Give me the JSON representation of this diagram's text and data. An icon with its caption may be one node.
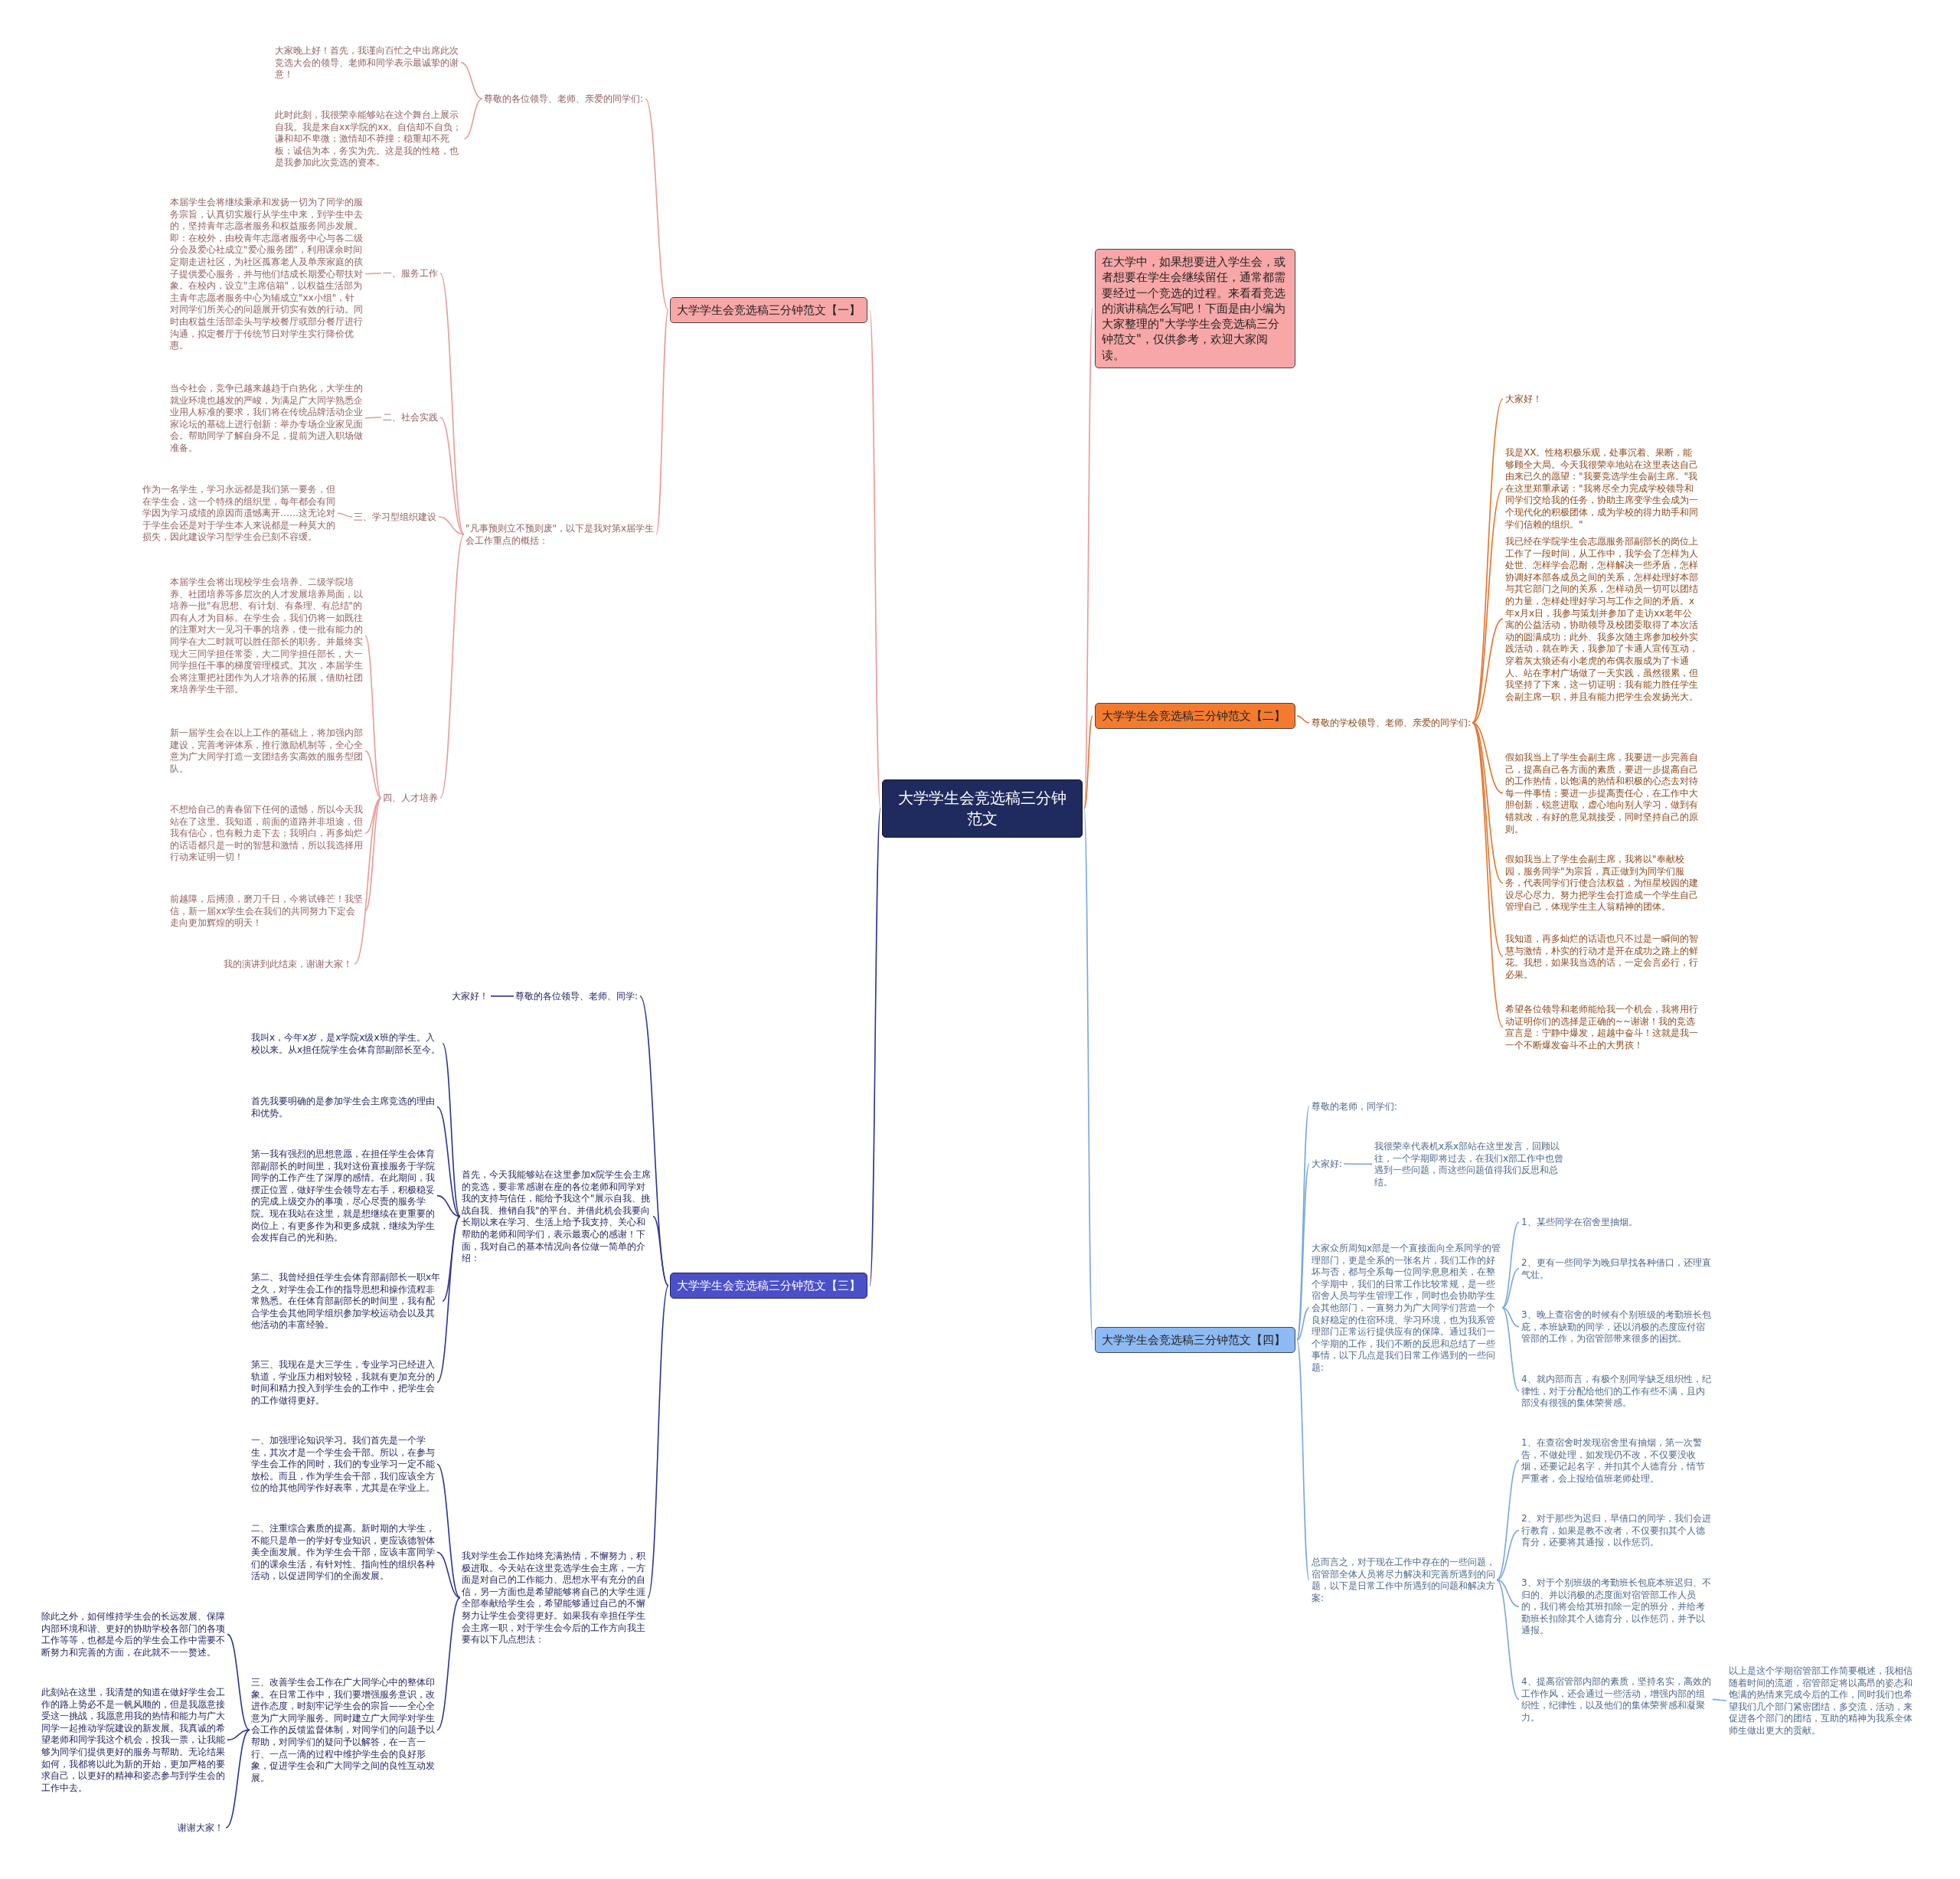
{
  "diagram": {
    "nodes": [
      {
        "text": [
          "大学学生会竞选稿三分钟范文"
        ]
      },
      {
        "text": [
          "在大学中，如果想要进入学生会，或者想要在学生会继续留任，通常都需要经过一个竞选的过程。来看看竞选的演讲稿怎么写吧！下面是由小编为大家整理的\"大学学生会竞选稿三分钟范文\"，仅供参考，欢迎大家阅读。"
        ]
      },
      {
        "text": [
          "大学学生会竞选稿三分钟范文【一】"
        ]
      },
      {
        "text": [
          "尊敬的各位领导、老师、亲爱的同学们:"
        ]
      },
      {
        "text": [
          "大家晚上好！首先，我谨向百忙之中出席此次竞选大会的领导、老师和同学表示最诚挚的谢意！"
        ]
      },
      {
        "text": [
          "此时此刻，我很荣幸能够站在这个舞台上展示自我。我是来自xx学院的xx。自信却不自负；谦和却不卑微；激情却不莽撞；稳重却不死板；诚信为本，务实为先。这是我的性格，也是我参加此次竞选的资本。"
        ]
      },
      {
        "text": [
          "\"凡事预则立不预则废\"，以下是我对第x届学生会工作重点的概括："
        ]
      },
      {
        "text": [
          "一、服务工作"
        ]
      },
      {
        "text": [
          "本届学生会将继续秉承和发扬一切为了同学的服务宗旨，认真切实履行从学生中来，到学生中去的，坚持青年志愿者服务和权益服务同步发展。即：在校外，由校青年志愿者服务中心与各二级分会及爱心社成立\"爱心服务团\"，利用课余时间定期走进社区，为社区孤寡老人及单亲家庭的孩子提供爱心服务，并与他们结成长期爱心帮扶对象。在校内，设立\"主席信箱\"，以权益生活部为主青年志愿者服务中心为辅成立\"xx小组\"，针对同学们所关心的问题展开切实有效的行动。同时由权益生活部牵头与学校餐厅或部分餐厅进行沟通，拟定餐厅于传统节日对学生实行降价优惠。"
        ]
      },
      {
        "text": [
          "二、社会实践"
        ]
      },
      {
        "text": [
          "当今社会，竞争已越来越趋于白热化，大学生的就业环境也越发的严峻，为满足广大同学熟悉企业用人标准的要求，我们将在传统品牌活动企业家论坛的基础上进行创新：举办专场企业家见面会。帮助同学了解自身不足，提前为进入职场做准备。"
        ]
      },
      {
        "text": [
          "三、学习型组织建设"
        ]
      },
      {
        "text": [
          "作为一名学生，学习永远都是我们第一要务，但在学生会，这一个特殊的组织里，每年都会有同学因为学习成绩的原因而遗憾离开……这无论对于学生会还是对于学生本人来说都是一种莫大的损失，因此建设学习型学生会已刻不容缓。"
        ]
      },
      {
        "text": [
          "四、人才培养"
        ]
      },
      {
        "text": [
          "本届学生会将出现校学生会培养、二级学院培养、社团培养等多层次的人才发展培养局面，以培养一批\"有思想、有计划、有条理、有总结\"的四有人才为目标。在学生会，我们仍将一如既往的注重对大一见习干事的培养，使一批有能力的同学在大二时就可以胜任部长的职务。并最终实现大三同学担任常委，大二同学担任部长，大一同学担任干事的梯度管理模式。其次，本届学生会将注重把社团作为人才培养的拓展，借助社团来培养学生干部。"
        ]
      },
      {
        "text": [
          "新一届学生会在以上工作的基础上，将加强内部建设，完善考评体系，推行激励机制等，全心全意为广大同学打造一支团结务实高效的服务型团队。"
        ]
      },
      {
        "text": [
          "不想给自己的青春留下任何的遗憾，所以今天我站在了这里。我知道，前面的道路并非坦途，但我有信心，也有毅力走下去；我明白，再多灿烂的话语都只是一时的智慧和激情，所以我选择用行动来证明一切！"
        ]
      },
      {
        "text": [
          "前越障，后搏浪，磨刀千日，今将试锋芒！我坚信，新一届xx学生会在我们的共同努力下定会走向更加辉煌的明天！"
        ]
      },
      {
        "text": [
          "我的演讲到此结束，谢谢大家！"
        ]
      },
      {
        "text": [
          "大学学生会竞选稿三分钟范文【二】"
        ]
      },
      {
        "text": [
          "尊敬的学校领导、老师、亲爱的同学们:"
        ]
      },
      {
        "text": [
          "大家好！"
        ]
      },
      {
        "text": [
          "我是XX。性格积极乐观，处事沉着、果断，能够顾全大局。今天我很荣幸地站在这里表达自己由来已久的愿望：\"我要竞选学生会副主席。\"我在这里郑重承诺：\"我将尽全力完成学校领导和同学们交给我的任务，协助主席变学生会成为一个现代化的积极团体，成为学校的得力助手和同学们信赖的组织。\""
        ]
      },
      {
        "text": [
          "我已经在学院学生会志愿服务部副部长的岗位上工作了一段时间，从工作中，我学会了怎样为人处世、怎样学会忍耐，怎样解决一些矛盾，怎样协调好本部各成员之间的关系，怎样处理好本部与其它部门之间的关系，怎样动员一切可以团结的力量，怎样处理好学习与工作之间的矛盾。x年x月x日，我参与策划并参加了走访xx老年公寓的公益活动，协助领导及校团委取得了本次活动的圆满成功；此外、我多次随主席参加校外实践活动，就在昨天，我参加了卡通人宣传互动，穿着灰太狼还有小老虎的布偶衣服成为了卡通人、站在李村广场做了一天实践，虽然很累，但我坚持了下来，这一切证明：我有能力胜任学生会副主席一职，并且有能力把学生会发扬光大。"
        ]
      },
      {
        "text": [
          "假如我当上了学生会副主席，我要进一步完善自己，提高自己各方面的素质，要进一步提高自己的工作热情，以饱满的热情和积极的心态去对待每一件事情；要进一步提高责任心，在工作中大胆创新，锐意进取，虚心地向别人学习，做到有错就改，有好的意见就接受，同时坚持自己的原则。"
        ]
      },
      {
        "text": [
          "假如我当上了学生会副主席，我将以\"奉献校园，服务同学\"为宗旨，真正做到为同学们服务，代表同学们行使合法权益，为恒星校园的建设尽心尽力。努力把学生会打造成一个学生自己管理自己，体现学生主人翁精神的团体。"
        ]
      },
      {
        "text": [
          "我知道，再多灿烂的话语也只不过是一瞬间的智慧与激情，朴实的行动才是开在成功之路上的鲜花。我想，如果我当选的话，一定会言必行，行必果。"
        ]
      },
      {
        "text": [
          "希望各位领导和老师能给我一个机会，我将用行动证明你们的选择是正确的~~谢谢！我的竞选宣言是：宁静中爆发，超越中奋斗！这就是我一一个不断爆发奋斗不止的大男孩！"
        ]
      },
      {
        "text": [
          "大学学生会竞选稿三分钟范文【三】"
        ]
      },
      {
        "text": [
          "尊敬的各位领导、老师、同学:"
        ]
      },
      {
        "text": [
          "大家好！"
        ]
      },
      {
        "text": [
          "首先，今天我能够站在这里参加x院学生会主席的竞选，要非常感谢在座的各位老师和同学对我的支持与信任，能给予我这个\"展示自我、挑战自我、推销自我\"的平台。并借此机会我要向长期以来在学习、生活上给予我支持、关心和帮助的老师和同学们，表示最衷心的感谢！下面，我对自己的基本情况向各位做一简单的介绍："
        ]
      },
      {
        "text": [
          "我叫x，今年x岁，是x学院x级x班的学生。入校以来。从x担任院学生会体育部副部长至今。"
        ]
      },
      {
        "text": [
          "首先我要明确的是参加学生会主席竞选的理由和优势。"
        ]
      },
      {
        "text": [
          "第一我有强烈的思想意愿，在担任学生会体育部副部长的时间里，我对这份直接服务于学院同学的工作产生了深厚的感情。在此期间，我摆正位置，做好学生会领导左右手，积极稳妥的完成上级交办的事项，尽心尽责的服务学院。现在我站在这里，就是想继续在更重要的岗位上，有更多作为和更多成就，继续为学生会发挥自己的光和热。"
        ]
      },
      {
        "text": [
          "第二、我曾经担任学生会体育部副部长一职x年之久，对学生会工作的指导思想和操作流程非常熟悉。在任体育部副部长的时间里，我有配合学生会其他同学组织参加学校运动会以及其他活动的丰富经验。"
        ]
      },
      {
        "text": [
          "第三、我现在是大三学生，专业学习已经进入轨道，学业压力相对较轻，我就有更加充分的时间和精力投入到学生会的工作中，把学生会的工作做得更好。"
        ]
      },
      {
        "text": [
          "我对学生会工作始终充满热情，不懈努力，积极进取。今天站在这里竞选学生会主席，一方面是对自己的工作能力、思想水平有充分的自信，另一方面也是希望能够将自己的大学生涯全部奉献给学生会，希望能够通过自己的不懈努力让学生会变得更好。如果我有幸担任学生会主席一职，对于学生会今后的工作方向我主要有以下几点想法："
        ]
      },
      {
        "text": [
          "一、加强理论知识学习。我们首先是一个学生，其次才是一个学生会干部。所以，在参与学生会工作的同时，我们的专业学习一定不能放松。而且，作为学生会干部，我们应该全方位的给其他同学作好表率，尤其是在学业上。"
        ]
      },
      {
        "text": [
          "二、注重综合素质的提高。新时期的大学生，不能只是单一的学好专业知识，更应该德智体美全面发展。作为学生会干部，应该丰富同学们的课余生活，有针对性、指向性的组织各种活动，以促进同学们的全面发展。"
        ]
      },
      {
        "text": [
          "三、改善学生会工作在广大同学心中的整体印象。在日常工作中，我们要增强服务意识，改进作态度，时刻牢记学生会的宗旨——全心全意为广大同学服务。同时建立广大同学对学生会工作的反馈监督体制，对同学们的问题予以帮助，对同学们的疑问予以解答，在一言一行、一点一滴的过程中维护学生会的良好形象，促进学生会和广大同学之间的良性互动发展。"
        ]
      },
      {
        "text": [
          "除此之外，如何维持学生会的长远发展、保障内部环境和谐、更好的协助学校各部门的各项工作等等，也都是今后的学生会工作中需要不断努力和完善的方面，在此就不一一赘述。"
        ]
      },
      {
        "text": [
          "此刻站在这里，我清楚的知道在做好学生会工作的路上势必不是一帆风顺的，但是我愿意接受这一挑战，我愿意用我的热情和能力与广大同学一起推动学院建设的新发展。我真诚的希望老师和同学我这个机会，投我一票，让我能够为同学们提供更好的服务与帮助。无论结果如何，我都将以此为新的开始，更加严格的要求自己，以更好的精神和姿态参与到学生会的工作中去。"
        ]
      },
      {
        "text": [
          "谢谢大家！"
        ]
      },
      {
        "text": [
          "大学学生会竞选稿三分钟范文【四】"
        ]
      },
      {
        "text": [
          "尊敬的老师，同学们:"
        ]
      },
      {
        "text": [
          "大家好:"
        ]
      },
      {
        "text": [
          "我很荣幸代表机x系x部站在这里发言，回顾以往，一个学期即将过去，在我们x部工作中也曾遇到一些问题，而这些问题值得我们反思和总结。"
        ]
      },
      {
        "text": [
          "大家众所周知x部是一个直接面向全系同学的管理部门，更是全系的一张名片，我们工作的好坏与否，都与全系每一位同学息息相关，在整个学期中，我们的日常工作比较常规，是一些宿舍人员与学生管理工作，同时也会协助学生会其他部门，一直努力为广大同学们营造一个良好稳定的住宿环境、学习环境，也为我系管理部门正常运行提供应有的保障。通过我们一个学期的工作，我们不断的反思和总结了一些事情，以下几点是我们日常工作遇到的一些问题:"
        ]
      },
      {
        "text": [
          "1、某些同学在宿舍里抽烟。"
        ]
      },
      {
        "text": [
          "2、更有一些同学为晚归早找各种借口，还理直气壮。"
        ]
      },
      {
        "text": [
          "3、晚上查宿舍的时候有个别班级的考勤班长包庇，本班缺勤的同学，还以消极的态度应付宿管部的工作，为宿管部带来很多的困扰。"
        ]
      },
      {
        "text": [
          "4、就内部而言，有极个别同学缺乏组织性，纪律性，对于分配给他们的工作有些不满，且内部没有很强的集体荣誉感。"
        ]
      },
      {
        "text": [
          "总而言之，对于现在工作中存在的一些问题，宿管部全体人员将尽力解决和完善所遇到的问题，以下是日常工作中所遇到的问题和解决方案:"
        ]
      },
      {
        "text": [
          "1、在查宿舍时发现宿舍里有抽烟，第一次警告，不做处理，如发现仍不改，不仅要没收烟，还要记起名字，并扣其个人德育分，情节严重者，会上报给值班老师处理。"
        ]
      },
      {
        "text": [
          "2、对于那些为迟归，早借口的同学，我们会进行教育，如果是教不改者，不仅要扣其个人德育分，还要将其通报，以作惩罚。"
        ]
      },
      {
        "text": [
          "3、对于个别班级的考勤班长包庇本班迟归、不归的、并以消极的态度面对宿管部工作人员的，我们将会给其班扣除一定的班分，并给考勤班长扣除其个人德育分，以作惩罚，并予以通报。"
        ]
      },
      {
        "text": [
          "4、提高宿管部内部的素质，坚持名实，高效的工作作风，还会通过一些活动，增强内部的组织性，纪律性，以及他们的集体荣誉感和凝聚力。"
        ]
      },
      {
        "text": [
          "以上是这个学期宿管部工作简要概述，我相信随着时间的流逝，宿管部定将以高昂的姿态和饱满的热情来完成今后的工作，同时我们也希望我们几个部门紧密团结，多交流，活动，来促进各个部门的团结，互助的精神为我系全体师生做出更大的贡献。"
        ]
      }
    ],
    "edges": [
      {
        "from": 0,
        "to": 1,
        "arrow": "none",
        "color": "#e89a9a"
      },
      {
        "from": 0,
        "to": 2,
        "arrow": "none",
        "color": "#e89a9a"
      },
      {
        "from": 2,
        "to": 3,
        "arrow": "none",
        "color": "#e89a9a"
      },
      {
        "from": 3,
        "to": 4,
        "arrow": "none",
        "color": "#e89a9a"
      },
      {
        "from": 3,
        "to": 5,
        "arrow": "none",
        "color": "#e89a9a"
      },
      {
        "from": 2,
        "to": 6,
        "arrow": "none",
        "color": "#e89a9a"
      },
      {
        "from": 6,
        "to": 7,
        "arrow": "none",
        "color": "#e89a9a"
      },
      {
        "from": 7,
        "to": 8,
        "arrow": "none",
        "color": "#e89a9a"
      },
      {
        "from": 6,
        "to": 9,
        "arrow": "none",
        "color": "#e89a9a"
      },
      {
        "from": 9,
        "to": 10,
        "arrow": "none",
        "color": "#e89a9a"
      },
      {
        "from": 6,
        "to": 11,
        "arrow": "none",
        "color": "#e89a9a"
      },
      {
        "from": 11,
        "to": 12,
        "arrow": "none",
        "color": "#e89a9a"
      },
      {
        "from": 6,
        "to": 13,
        "arrow": "none",
        "color": "#e89a9a"
      },
      {
        "from": 13,
        "to": 14,
        "arrow": "none",
        "color": "#e89a9a"
      },
      {
        "from": 13,
        "to": 15,
        "arrow": "none",
        "color": "#e89a9a"
      },
      {
        "from": 13,
        "to": 16,
        "arrow": "none",
        "color": "#e89a9a"
      },
      {
        "from": 13,
        "to": 17,
        "arrow": "none",
        "color": "#e89a9a"
      },
      {
        "from": 13,
        "to": 18,
        "arrow": "none",
        "color": "#e89a9a"
      },
      {
        "from": 0,
        "to": 19,
        "arrow": "none",
        "color": "#e2742c"
      },
      {
        "from": 19,
        "to": 20,
        "arrow": "none",
        "color": "#e2742c"
      },
      {
        "from": 20,
        "to": 21,
        "arrow": "none",
        "color": "#e2742c"
      },
      {
        "from": 20,
        "to": 22,
        "arrow": "none",
        "color": "#e2742c"
      },
      {
        "from": 20,
        "to": 23,
        "arrow": "none",
        "color": "#e2742c"
      },
      {
        "from": 20,
        "to": 24,
        "arrow": "none",
        "color": "#e2742c"
      },
      {
        "from": 20,
        "to": 25,
        "arrow": "none",
        "color": "#e2742c"
      },
      {
        "from": 20,
        "to": 26,
        "arrow": "none",
        "color": "#e2742c"
      },
      {
        "from": 20,
        "to": 27,
        "arrow": "none",
        "color": "#e2742c"
      },
      {
        "from": 0,
        "to": 28,
        "arrow": "none",
        "color": "#2e3192"
      },
      {
        "from": 28,
        "to": 29,
        "arrow": "none",
        "color": "#2e3192"
      },
      {
        "from": 29,
        "to": 30,
        "arrow": "none",
        "color": "#2e3192"
      },
      {
        "from": 28,
        "to": 31,
        "arrow": "none",
        "color": "#2e3192"
      },
      {
        "from": 31,
        "to": 32,
        "arrow": "none",
        "color": "#2e3192"
      },
      {
        "from": 31,
        "to": 33,
        "arrow": "none",
        "color": "#2e3192"
      },
      {
        "from": 31,
        "to": 34,
        "arrow": "none",
        "color": "#2e3192"
      },
      {
        "from": 31,
        "to": 35,
        "arrow": "none",
        "color": "#2e3192"
      },
      {
        "from": 31,
        "to": 36,
        "arrow": "none",
        "color": "#2e3192"
      },
      {
        "from": 28,
        "to": 37,
        "arrow": "none",
        "color": "#2e3192"
      },
      {
        "from": 37,
        "to": 38,
        "arrow": "none",
        "color": "#2e3192"
      },
      {
        "from": 37,
        "to": 39,
        "arrow": "none",
        "color": "#2e3192"
      },
      {
        "from": 37,
        "to": 40,
        "arrow": "none",
        "color": "#2e3192"
      },
      {
        "from": 40,
        "to": 41,
        "arrow": "none",
        "color": "#2e3192"
      },
      {
        "from": 40,
        "to": 42,
        "arrow": "none",
        "color": "#2e3192"
      },
      {
        "from": 40,
        "to": 43,
        "arrow": "none",
        "color": "#2e3192"
      },
      {
        "from": 0,
        "to": 44,
        "arrow": "none",
        "color": "#7aa6dc"
      },
      {
        "from": 44,
        "to": 45,
        "arrow": "none",
        "color": "#7aa6dc"
      },
      {
        "from": 44,
        "to": 46,
        "arrow": "none",
        "color": "#7aa6dc"
      },
      {
        "from": 46,
        "to": 47,
        "arrow": "none",
        "color": "#7aa6dc"
      },
      {
        "from": 44,
        "to": 48,
        "arrow": "none",
        "color": "#7aa6dc"
      },
      {
        "from": 48,
        "to": 49,
        "arrow": "none",
        "color": "#7aa6dc"
      },
      {
        "from": 48,
        "to": 50,
        "arrow": "none",
        "color": "#7aa6dc"
      },
      {
        "from": 48,
        "to": 51,
        "arrow": "none",
        "color": "#7aa6dc"
      },
      {
        "from": 48,
        "to": 52,
        "arrow": "none",
        "color": "#7aa6dc"
      },
      {
        "from": 44,
        "to": 53,
        "arrow": "none",
        "color": "#7aa6dc"
      },
      {
        "from": 53,
        "to": 54,
        "arrow": "none",
        "color": "#7aa6dc"
      },
      {
        "from": 53,
        "to": 55,
        "arrow": "none",
        "color": "#7aa6dc"
      },
      {
        "from": 53,
        "to": 56,
        "arrow": "none",
        "color": "#7aa6dc"
      },
      {
        "from": 53,
        "to": 57,
        "arrow": "none",
        "color": "#7aa6dc"
      },
      {
        "from": 57,
        "to": 58,
        "arrow": "none",
        "color": "#7aa6dc"
      }
    ]
  }
}
